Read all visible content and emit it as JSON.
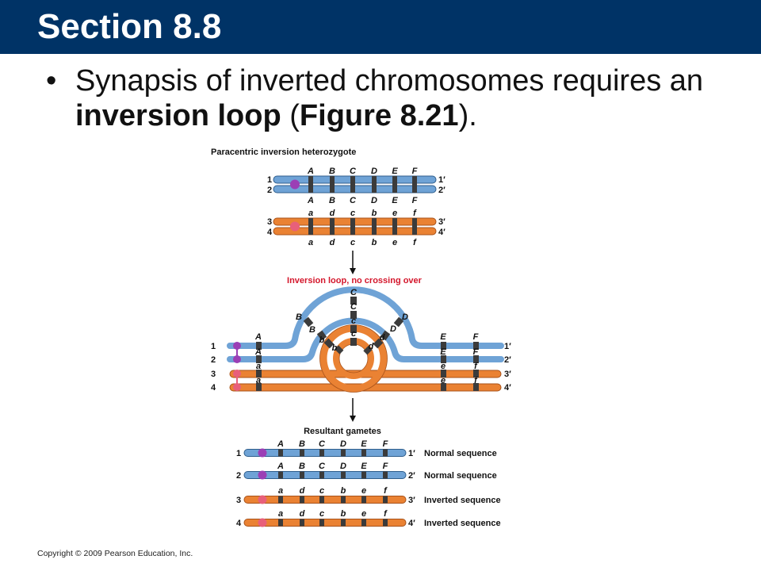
{
  "slide": {
    "title": "Section 8.8",
    "bullet_marker": "•",
    "bullet_pre": "Synapsis of inverted chromosomes requires an ",
    "bullet_bold1": "inversion loop",
    "bullet_mid": " (",
    "bullet_bold2": "Figure 8.21",
    "bullet_post": ").",
    "copyright": "Copyright © 2009 Pearson Education, Inc."
  },
  "figure": {
    "heading_top": "Paracentric inversion heterozygote",
    "heading_loop": "Inversion loop, no crossing over",
    "heading_gametes": "Resultant gametes",
    "colors": {
      "normal_chromosome": "#6fa3d6",
      "inverted_chromosome": "#ea8233",
      "band": "#3b3b3b",
      "centromere_normal": "#9b3fb5",
      "centromere_inverted": "#e8607a",
      "loop_label": "#d4162b"
    },
    "normal_genes": [
      "A",
      "B",
      "C",
      "D",
      "E",
      "F"
    ],
    "inverted_genes": [
      "a",
      "d",
      "c",
      "b",
      "e",
      "f"
    ],
    "top_strands": [
      {
        "left": "1",
        "right": "1′"
      },
      {
        "left": "2",
        "right": "2′"
      },
      {
        "left": "3",
        "right": "3′"
      },
      {
        "left": "4",
        "right": "4′"
      }
    ],
    "loop_strands": [
      {
        "left": "1",
        "right": "1′"
      },
      {
        "left": "2",
        "right": "2′"
      },
      {
        "left": "3",
        "right": "3′"
      },
      {
        "left": "4",
        "right": "4′"
      }
    ],
    "loop_labels": {
      "A1": "A",
      "A2": "A",
      "a1": "a",
      "a2": "a",
      "B1": "B",
      "B2": "B",
      "b1": "b",
      "b2": "b",
      "C1": "C",
      "C2": "C",
      "c1": "c",
      "c2": "c",
      "D1": "D",
      "D2": "D",
      "d1": "d",
      "d2": "d",
      "E1": "E",
      "E2": "E",
      "e1": "e",
      "e2": "e",
      "F1": "F",
      "F2": "F",
      "f1": "f",
      "f2": "f"
    },
    "gametes": [
      {
        "left": "1",
        "right": "1′",
        "genes": [
          "A",
          "B",
          "C",
          "D",
          "E",
          "F"
        ],
        "type": "normal",
        "label": "Normal sequence"
      },
      {
        "left": "2",
        "right": "2′",
        "genes": [
          "A",
          "B",
          "C",
          "D",
          "E",
          "F"
        ],
        "type": "normal",
        "label": "Normal sequence"
      },
      {
        "left": "3",
        "right": "3′",
        "genes": [
          "a",
          "d",
          "c",
          "b",
          "e",
          "f"
        ],
        "type": "inverted",
        "label": "Inverted sequence"
      },
      {
        "left": "4",
        "right": "4′",
        "genes": [
          "a",
          "d",
          "c",
          "b",
          "e",
          "f"
        ],
        "type": "inverted",
        "label": "Inverted sequence"
      }
    ]
  }
}
